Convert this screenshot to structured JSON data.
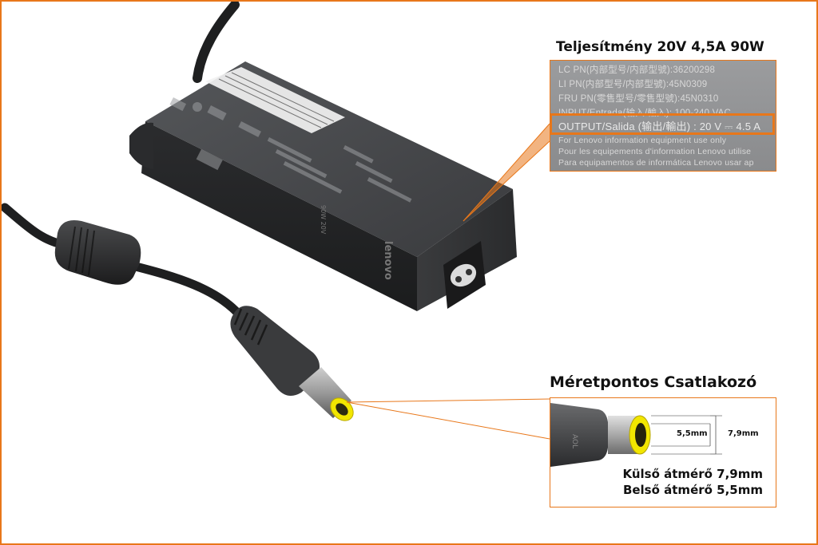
{
  "callout_power": {
    "title": "Teljesítmény 20V 4,5A 90W",
    "label_lines": [
      "LC PN(内部型号/内部型號):36200298",
      "LI PN(内部型号/内部型號):45N0309",
      "FRU PN(零售型号/零售型號):45N0310",
      "INPUT/Entrada(输入/輸入): 100-240 VAC",
      "OUTPUT/Salida (输出/輸出) : 20 V ⎓ 4.5 A",
      "For Lenovo information equipment use only",
      "Pour les equipements d'information Lenovo utilise",
      "Para equipamentos de informática Lenovo usar ap"
    ]
  },
  "callout_connector": {
    "title": "Méretpontos Csatlakozó",
    "inner_dim": "5,5mm",
    "outer_dim": "7,9mm",
    "outer_text": "Külső átmérő 7,9mm",
    "inner_text": "Belső átmérő 5,5mm"
  },
  "brand": "lenovo",
  "adapter_rating": "90W 20V",
  "colors": {
    "accent": "#e8771a",
    "tip": "#f2e600",
    "body": "#2e2f31"
  }
}
